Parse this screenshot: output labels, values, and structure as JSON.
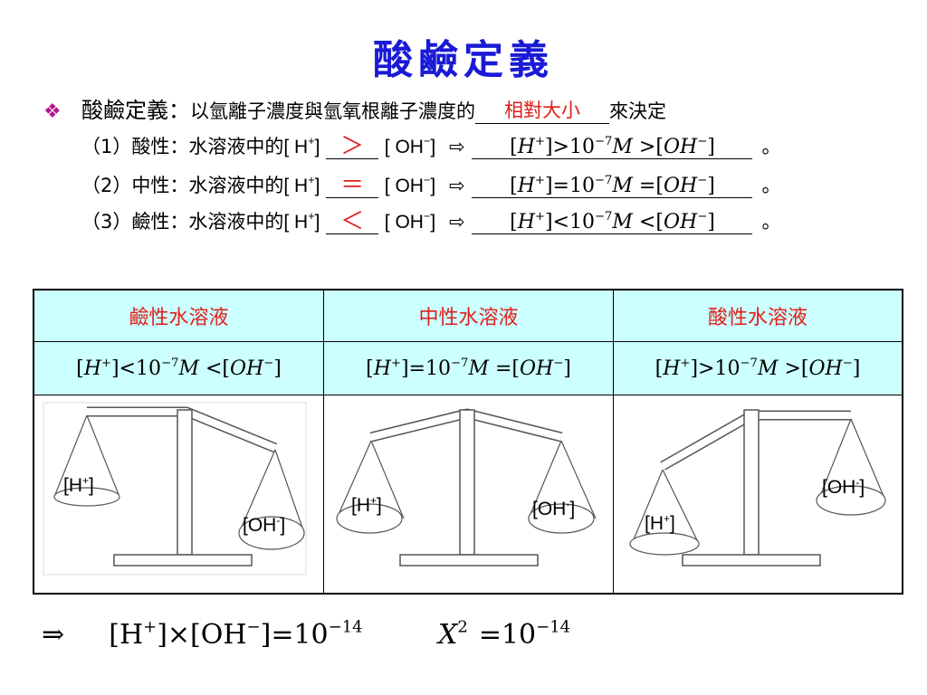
{
  "title": "酸鹼定義",
  "definition": {
    "label": "酸鹼定義：",
    "text_before": "以氫離子濃度與氫氧根離子濃度的",
    "answer": "相對大小",
    "text_after": "來決定"
  },
  "cases": [
    {
      "label": "（1）酸性：水溶液中的",
      "h": "[ H",
      "hsup": "+",
      "hclose": "]",
      "sign": "＞",
      "oh": "[ OH",
      "ohsup": "−",
      "ohclose": "]",
      "arrow": "⇨",
      "rel": ">",
      "period": "。"
    },
    {
      "label": "（2）中性：水溶液中的",
      "h": "[ H",
      "hsup": "+",
      "hclose": "]",
      "sign": "＝",
      "oh": "[ OH",
      "ohsup": "−",
      "ohclose": "]",
      "arrow": "⇨",
      "rel": "=",
      "period": "。"
    },
    {
      "label": "（3）鹼性：水溶液中的",
      "h": "[ H",
      "hsup": "+",
      "hclose": "]",
      "sign": "＜",
      "oh": "[ OH",
      "ohsup": "−",
      "ohclose": "]",
      "arrow": "⇨",
      "rel": "<",
      "period": "。"
    }
  ],
  "table": {
    "headers": [
      "鹼性水溶液",
      "中性水溶液",
      "酸性水溶液"
    ],
    "relations": [
      "<",
      "=",
      ">"
    ],
    "labels": {
      "h": "[H",
      "hsup": "+",
      "oh": "[OH",
      "ohsup": "-",
      "close": "]"
    }
  },
  "math": {
    "ten": "10",
    "exp7": "−7",
    "M": "M",
    "Hp": "H",
    "OHm": "OH"
  },
  "bottom": {
    "arrow": "⇒",
    "formula_left": "[H",
    "times": "]×[OH",
    "eq_right": "]=10",
    "exp": "−14",
    "x": "X",
    "x_exp": "2",
    "x_eq": "=10",
    "x_rhs_exp": "−14"
  },
  "colors": {
    "title": "#1a1ad6",
    "accent": "#e0201c",
    "header_bg": "#ccffff",
    "bullet": "#b5178c"
  }
}
